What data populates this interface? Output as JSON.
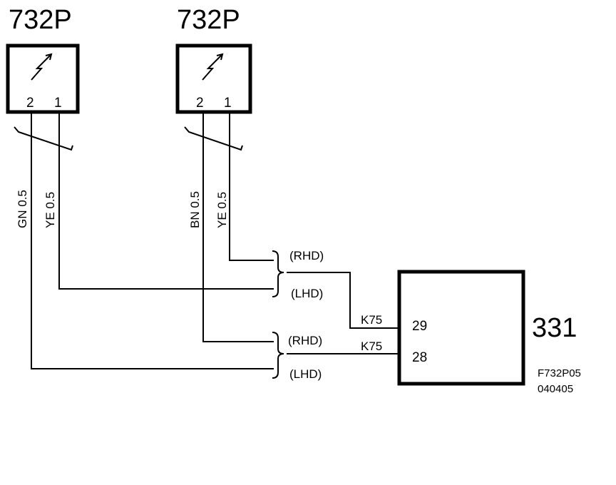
{
  "components": {
    "left": {
      "id": "732P",
      "pin2": "2",
      "pin1": "1"
    },
    "right": {
      "id": "732P",
      "pin2": "2",
      "pin1": "1"
    },
    "unit": {
      "id": "331",
      "pin_upper": "29",
      "pin_lower": "28"
    }
  },
  "wires": {
    "left_gn": "GN 0.5",
    "left_ye": "YE 0.5",
    "right_bn": "BN 0.5",
    "right_ye": "YE 0.5"
  },
  "variants": {
    "upper_rhd": "(RHD)",
    "upper_lhd": "(LHD)",
    "lower_rhd": "(RHD)",
    "lower_lhd": "(LHD)"
  },
  "connectors": {
    "upper": "K75",
    "lower": "K75"
  },
  "footer": {
    "code": "F732P05",
    "date": "040405"
  }
}
